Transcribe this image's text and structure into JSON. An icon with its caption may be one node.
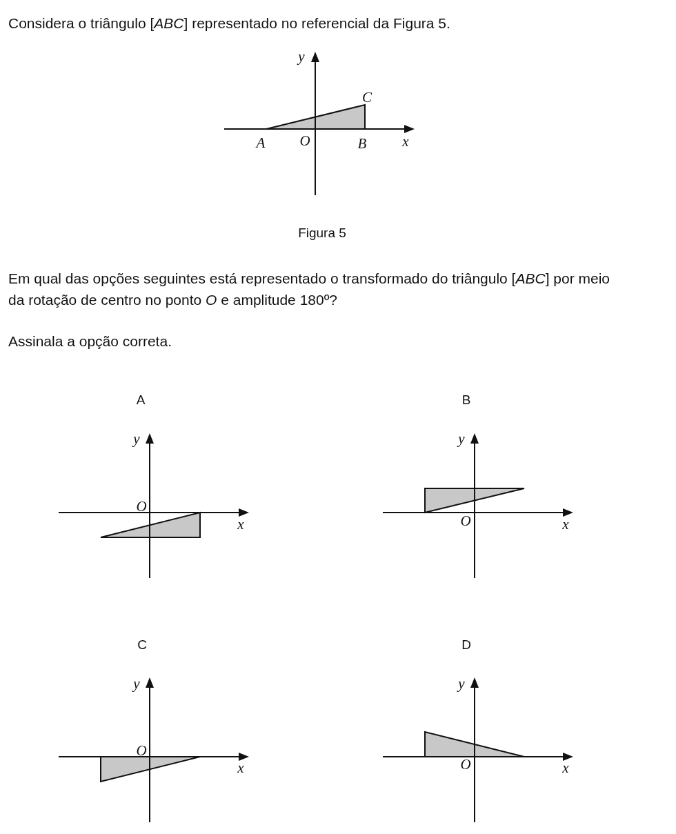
{
  "diagram": {
    "labels": [
      "Considera o triângulo [*ABC*] representado no referencial da Figura 5.",
      "y",
      "C",
      "A",
      "O",
      "B",
      "x",
      "Figura 5",
      "Em qual das opções seguintes está representado o transformado do triângulo [*ABC*] por meio da rotação de centro no ponto *O* e amplitude 180º?",
      "Assinala a opção correta.",
      "A",
      "y",
      "O",
      "x",
      "B",
      "y",
      "O",
      "x",
      "C",
      "y",
      "O",
      "x",
      "D",
      "y",
      "O",
      "x"
    ]
  }
}
